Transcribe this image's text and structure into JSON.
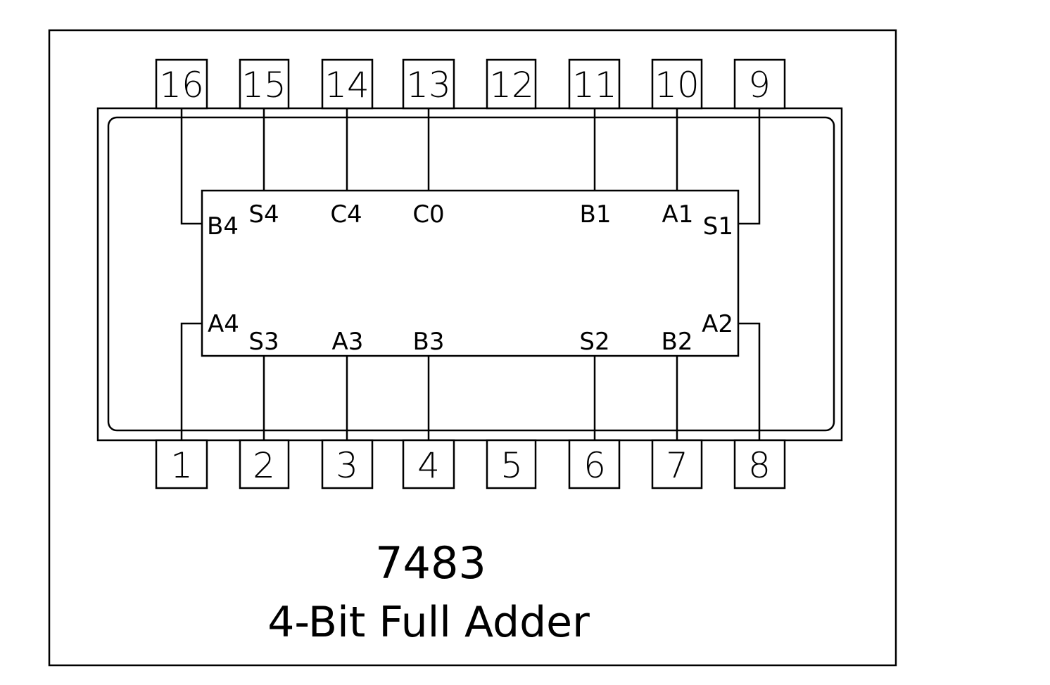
{
  "chip": {
    "part_number": "7483",
    "description": "4-Bit Full Adder"
  },
  "top_pins": [
    {
      "number": "16",
      "signal": "B4"
    },
    {
      "number": "15",
      "signal": "S4"
    },
    {
      "number": "14",
      "signal": "C4"
    },
    {
      "number": "13",
      "signal": "C0"
    },
    {
      "number": "12",
      "signal": ""
    },
    {
      "number": "11",
      "signal": "B1"
    },
    {
      "number": "10",
      "signal": "A1"
    },
    {
      "number": "9",
      "signal": "S1"
    }
  ],
  "bottom_pins": [
    {
      "number": "1",
      "signal": "A4"
    },
    {
      "number": "2",
      "signal": "S3"
    },
    {
      "number": "3",
      "signal": "A3"
    },
    {
      "number": "4",
      "signal": "B3"
    },
    {
      "number": "5",
      "signal": ""
    },
    {
      "number": "6",
      "signal": "S2"
    },
    {
      "number": "7",
      "signal": "B2"
    },
    {
      "number": "8",
      "signal": "A2"
    }
  ]
}
